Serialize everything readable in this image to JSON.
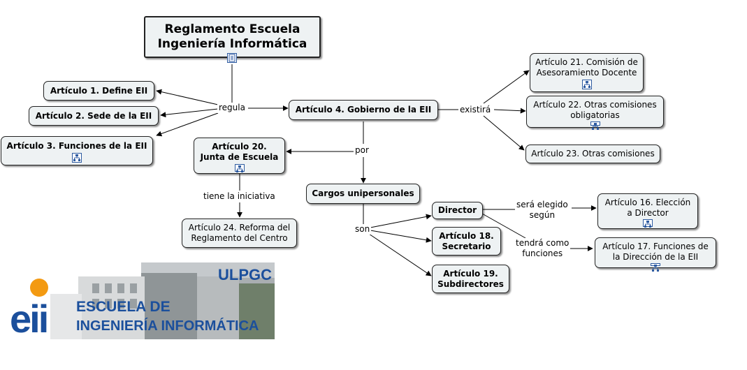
{
  "root": {
    "title": "Reglamento Escuela\nIngeniería Informática",
    "icon": "document-icon"
  },
  "nodes": {
    "art1": "Artículo 1. Define EII",
    "art2": "Artículo 2. Sede de la EII",
    "art3": "Artículo 3. Funciones de la EII",
    "art4": "Artículo 4. Gobierno de la EII",
    "art20": "Artículo 20.\nJunta de Escuela",
    "art24": "Artículo 24. Reforma del\nReglamento del Centro",
    "cargos": "Cargos unipersonales",
    "art21": "Artículo 21. Comisión de\nAsesoramiento Docente",
    "art22": "Artículo 22. Otras comisiones\nobligatorias",
    "art23": "Artículo 23. Otras comisiones",
    "director": "Director",
    "art18": "Artículo 18.\nSecretario",
    "art19": "Artículo 19.\nSubdirectores",
    "art16": "Artículo 16. Elección\na Director",
    "art17": "Artículo 17. Funciones de\nla Dirección de la EII"
  },
  "links": {
    "regula": "regula",
    "existira": "existirá",
    "por": "por",
    "tiene_iniciativa": "tiene la iniciativa",
    "son": "son",
    "elegido": "será elegido\nsegún",
    "funciones": "tendrá como\nfunciones"
  },
  "submap_icon": "submap-icon",
  "logo": {
    "school": "ESCUELA DE",
    "school_line2": "INGENIERÍA INFORMÁTICA",
    "university": "ULPGC",
    "badge": "eii"
  },
  "colors": {
    "node_bg": "#eef2f3",
    "icon_blue": "#2c5aa0",
    "logo_text": "#1b4f9c",
    "logo_orange": "#f39a12"
  }
}
